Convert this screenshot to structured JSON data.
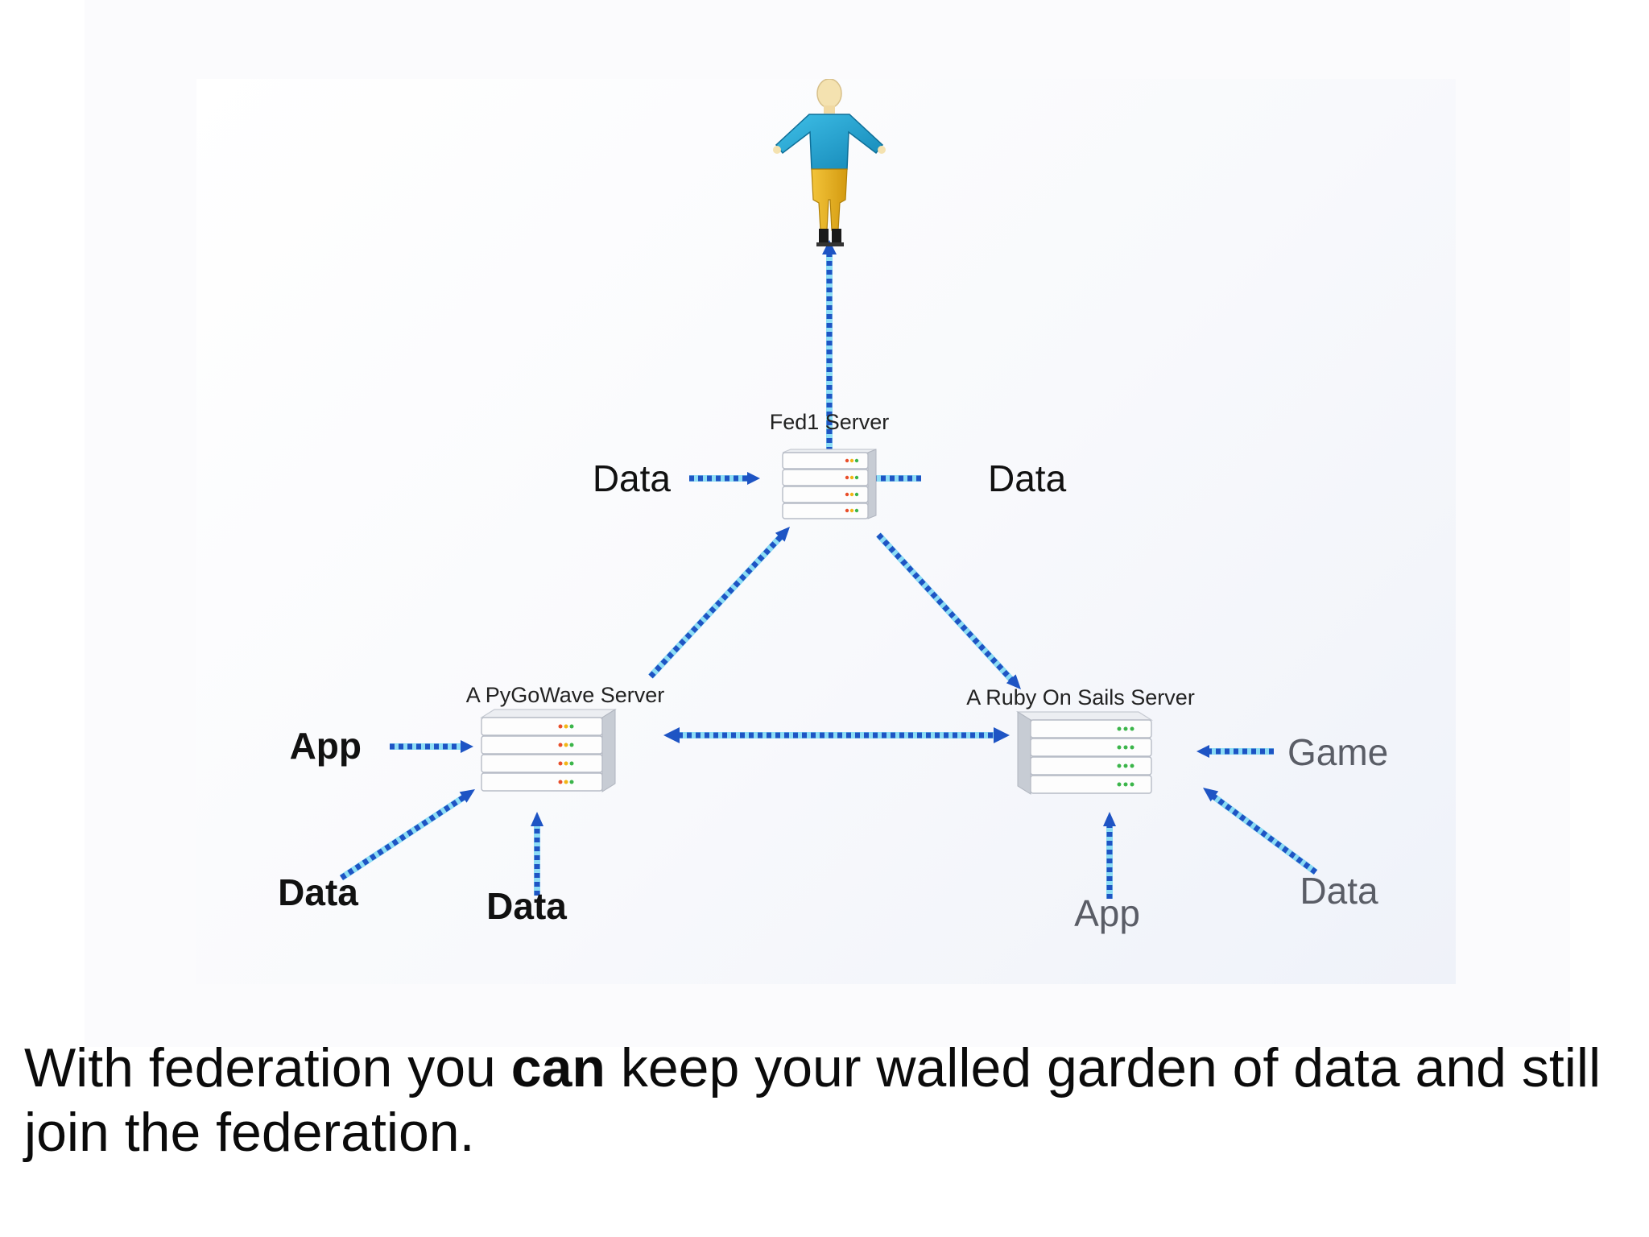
{
  "diagram": {
    "nodes": {
      "fed1": {
        "label": "Fed1 Server",
        "kind": "server"
      },
      "pygowave": {
        "label": "A PyGoWave Server",
        "kind": "server"
      },
      "ruby": {
        "label": "A Ruby On Sails Server",
        "kind": "server"
      },
      "user": {
        "label": "",
        "kind": "person"
      }
    },
    "inputs": {
      "fed1_left": "Data",
      "fed1_right": "Data",
      "pygowave_app": "App",
      "pygowave_data_diag": "Data",
      "pygowave_data_below": "Data",
      "ruby_game": "Game",
      "ruby_app": "App",
      "ruby_data_diag": "Data"
    },
    "edges": [
      {
        "from": "fed1",
        "to": "user",
        "direction": "one-way"
      },
      {
        "from": "pygowave",
        "to": "fed1",
        "direction": "one-way"
      },
      {
        "from": "fed1",
        "to": "ruby",
        "direction": "one-way"
      },
      {
        "from": "pygowave",
        "to": "ruby",
        "direction": "two-way"
      },
      {
        "from": "Data",
        "to": "fed1",
        "direction": "one-way"
      },
      {
        "from": "Data",
        "to": "fed1",
        "direction": "one-way"
      },
      {
        "from": "App",
        "to": "pygowave",
        "direction": "one-way"
      },
      {
        "from": "Data",
        "to": "pygowave",
        "direction": "one-way"
      },
      {
        "from": "Data",
        "to": "pygowave",
        "direction": "one-way"
      },
      {
        "from": "Game",
        "to": "ruby",
        "direction": "one-way"
      },
      {
        "from": "App",
        "to": "ruby",
        "direction": "one-way"
      },
      {
        "from": "Data",
        "to": "ruby",
        "direction": "one-way"
      }
    ],
    "colors": {
      "connector_dash": "#1e54c4",
      "connector_glow": "#33c4ee",
      "person_shirt": "#1f9fcc",
      "person_pants": "#e8b21c"
    }
  },
  "caption": {
    "text_before": "With federation you ",
    "text_bold": "can",
    "text_after": " keep your walled garden of data and still join the federation."
  }
}
